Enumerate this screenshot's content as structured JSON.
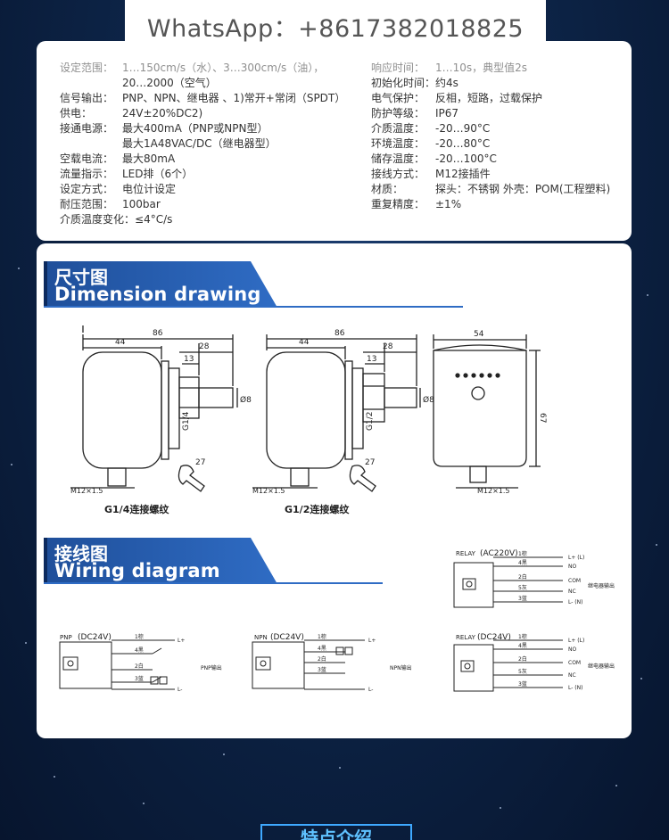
{
  "watermark": "WhatsApp：+8617382018825",
  "specs_left": [
    {
      "k": "设定范围：",
      "v": "1…150cm/s（水）、3…300cm/s（油），"
    },
    {
      "k": "",
      "v": "20…2000（空气）"
    },
    {
      "k": "信号输出：",
      "v": "PNP、NPN、继电器 、1)常开+常闭（SPDT）"
    },
    {
      "k": "供电：",
      "v": "24V±20%DC2)"
    },
    {
      "k": "接通电源：",
      "v": "最大400mA（PNP或NPN型）"
    },
    {
      "k": "",
      "v": "最大1A48VAC/DC（继电器型）"
    },
    {
      "k": "空载电流：",
      "v": "最大80mA"
    },
    {
      "k": "流量指示：",
      "v": "LED排（6个）"
    },
    {
      "k": "设定方式：",
      "v": "电位计设定"
    },
    {
      "k": "耐压范围：",
      "v": "100bar"
    },
    {
      "k": "介质温度变化：",
      "v": "≤4°C/s"
    }
  ],
  "specs_right": [
    {
      "k": "响应时间：",
      "v": "1…10s，典型值2s"
    },
    {
      "k": "初始化时间：",
      "v": "约4s"
    },
    {
      "k": "电气保护：",
      "v": "反相，短路，过载保护"
    },
    {
      "k": "防护等级：",
      "v": "IP67"
    },
    {
      "k": "介质温度：",
      "v": "-20…90°C"
    },
    {
      "k": "环境温度：",
      "v": "-20…80°C"
    },
    {
      "k": "储存温度：",
      "v": "-20…100°C"
    },
    {
      "k": "接线方式：",
      "v": "M12接插件"
    },
    {
      "k": "材质：",
      "v": "探头：不锈钢   外壳：POM(工程塑料)"
    },
    {
      "k": "重复精度：",
      "v": "±1%"
    }
  ],
  "dimension": {
    "title_cn": "尺寸图",
    "title_en": "Dimension drawing",
    "dim_86": "86",
    "dim_44": "44",
    "dim_28": "28",
    "dim_13": "13",
    "dim_8": "Ø8",
    "dim_27": "27",
    "dim_54": "54",
    "dim_67": "67",
    "thread_g14": "G1/4",
    "thread_g12": "G1/2",
    "m12": "M12×1.5",
    "caption_g14": "G1/4连接螺纹",
    "caption_g12": "G1/2连接螺纹"
  },
  "wiring": {
    "title_cn": "接线图",
    "title_en": "Wiring diagram",
    "pnp_label": "PNP",
    "pnp_voltage": "(DC24V)",
    "pnp_output": "PNP输出",
    "npn_label": "NPN",
    "npn_voltage": "(DC24V)",
    "npn_output": "NPN输出",
    "relay_label": "RELAY",
    "relay_ac": "(AC220V)",
    "relay_dc": "(DC24V)",
    "relay_output": "继电器输出",
    "pin1": "1棕",
    "pin2": "2白",
    "pin3": "3蓝",
    "pin4": "4黑",
    "pin5": "5灰",
    "L_plus": "L+",
    "L_minus": "L-",
    "L_plus_L": "L+ (L)",
    "L_minus_N": "L- (N)",
    "NO": "NO",
    "NC": "NC",
    "COM": "COM"
  },
  "bottom_box": "特点介绍"
}
